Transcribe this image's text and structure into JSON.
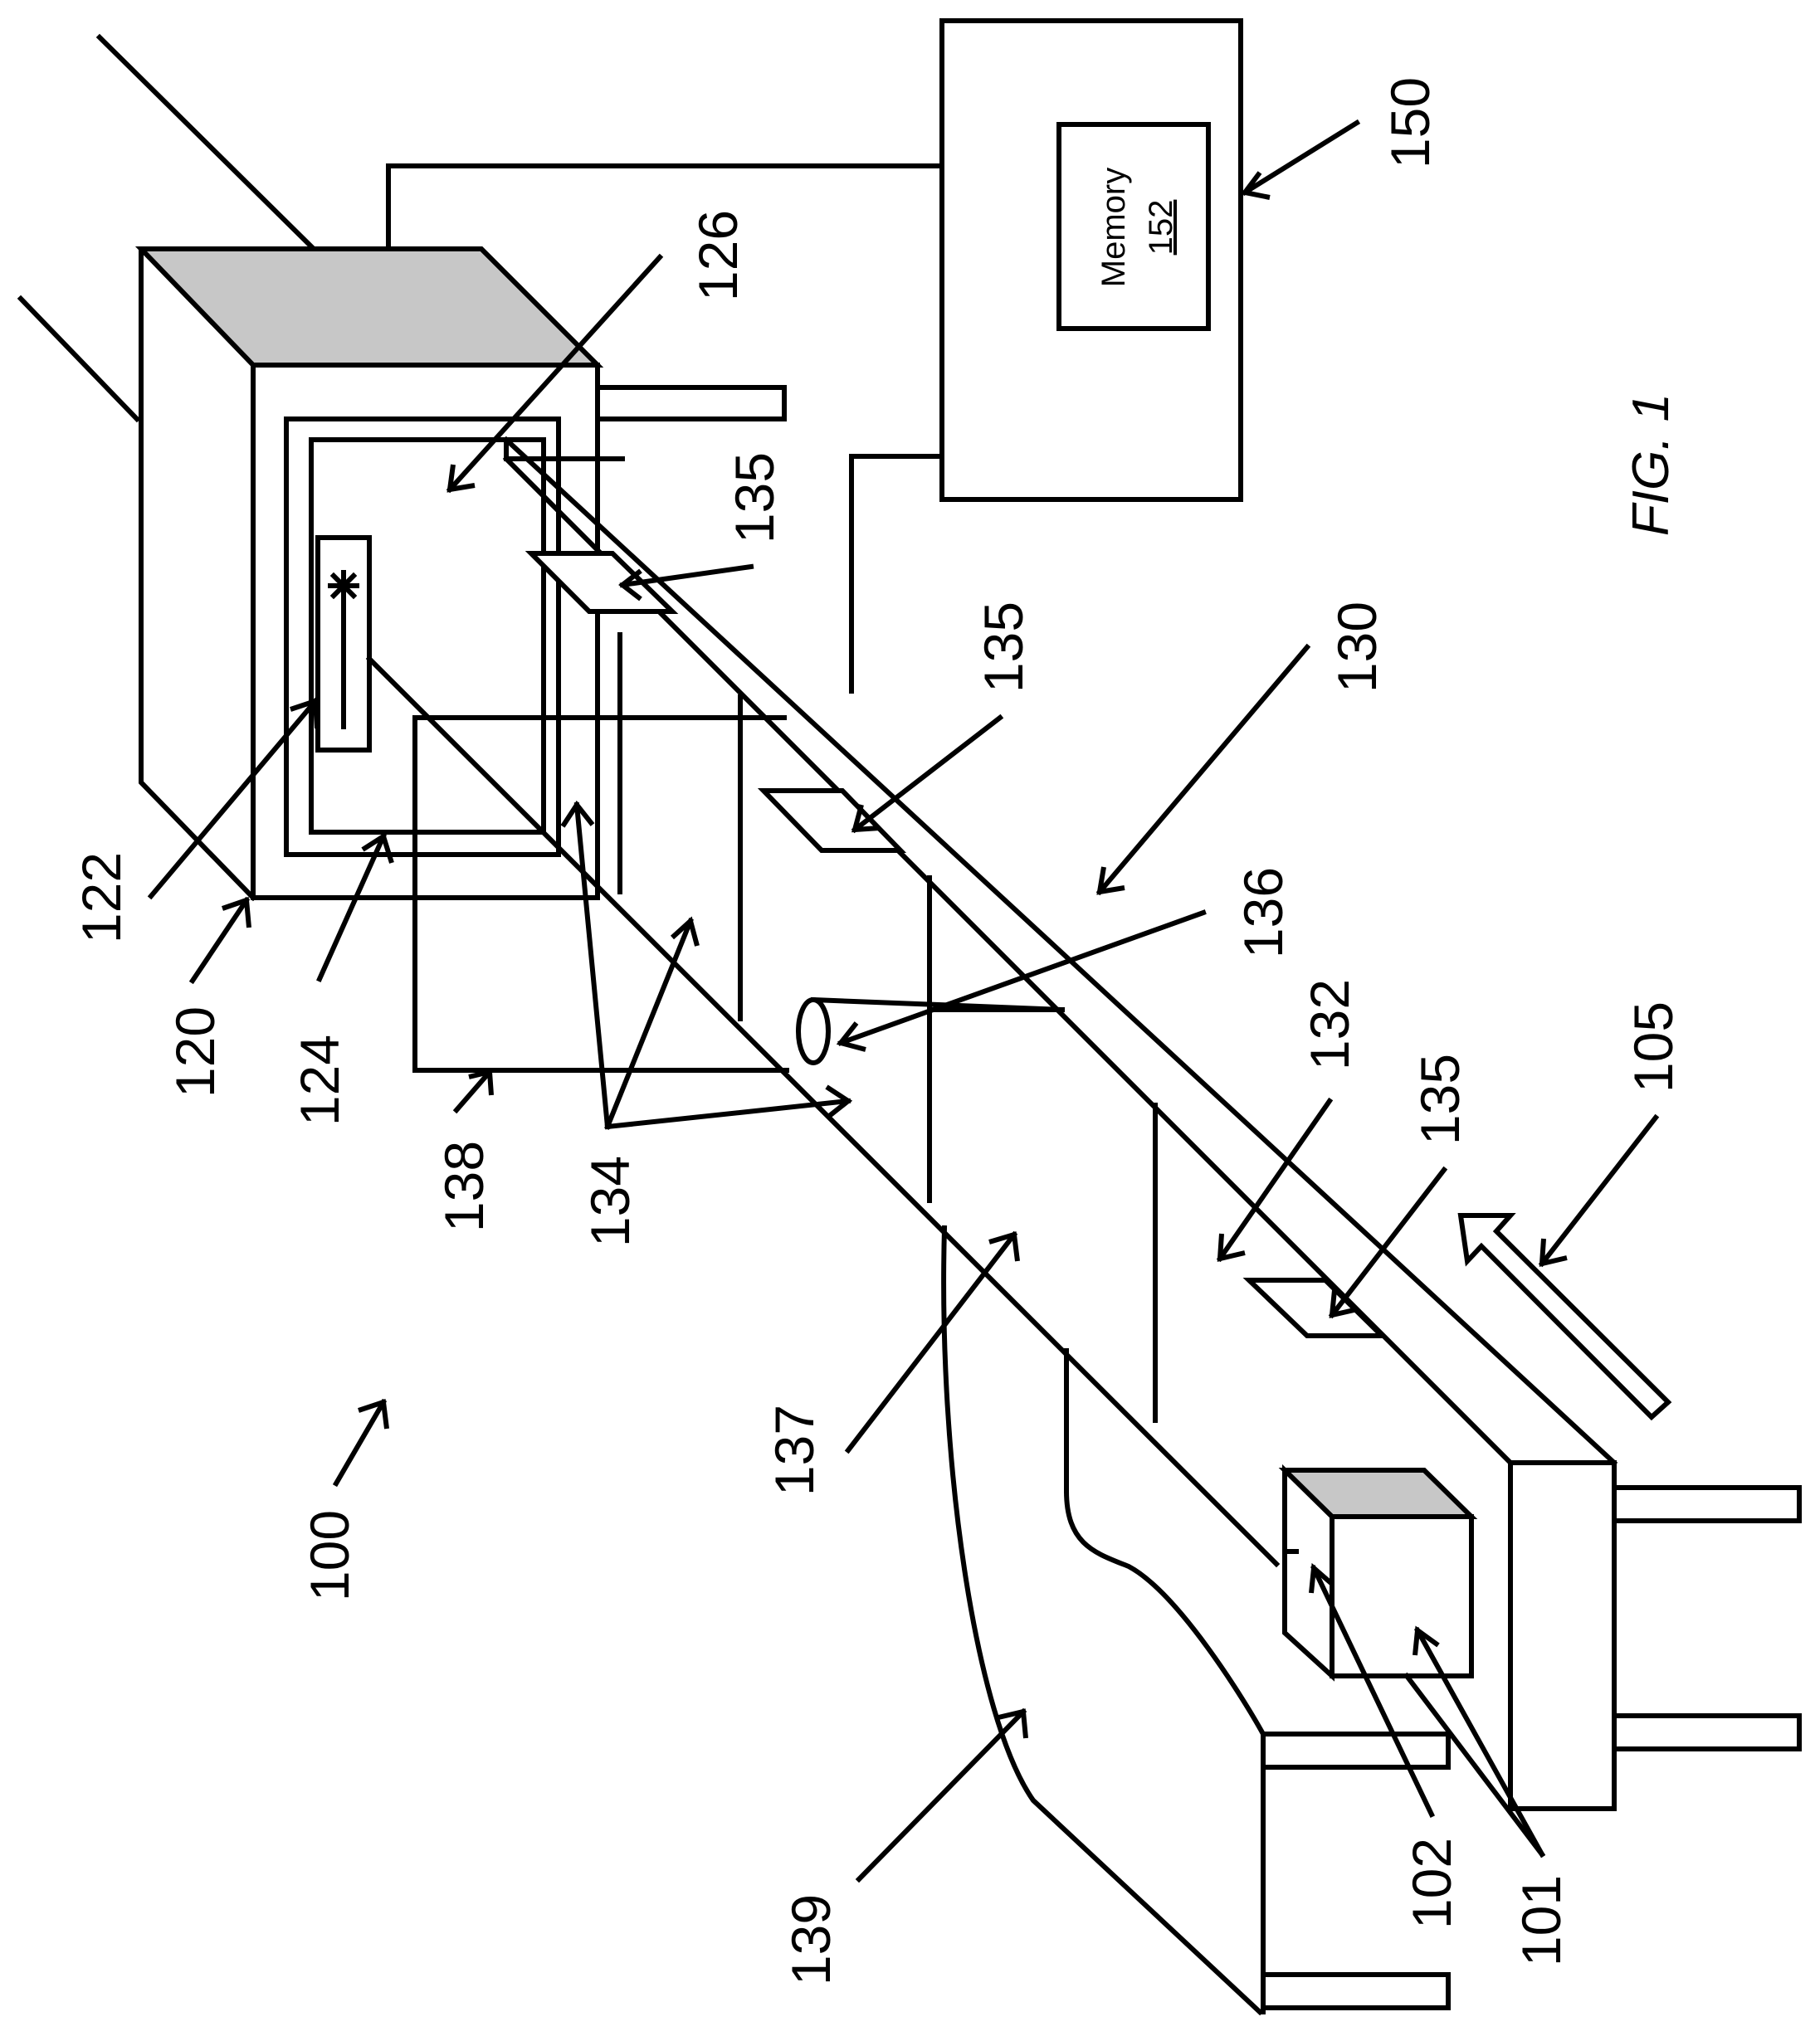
{
  "figure": {
    "caption": "FIG. 1"
  },
  "labels": {
    "system": "100",
    "object": "101",
    "object_marker": "102",
    "direction": "105",
    "unit": "120",
    "unit_housing": "122",
    "chamber_frame": "124",
    "chamber_interior": "126",
    "conveyor": "130",
    "conveyor_region": "132",
    "guide_lines": "134",
    "sensor_plate": "135",
    "lens_sensor": "136",
    "support_region": "137",
    "bracket": "138",
    "ramp": "139",
    "controller": "150"
  },
  "controller": {
    "memory_label": "Memory",
    "memory_ref": "152"
  },
  "colors": {
    "stroke": "#000000",
    "shade": "#c7c7c7",
    "background": "#ffffff"
  }
}
